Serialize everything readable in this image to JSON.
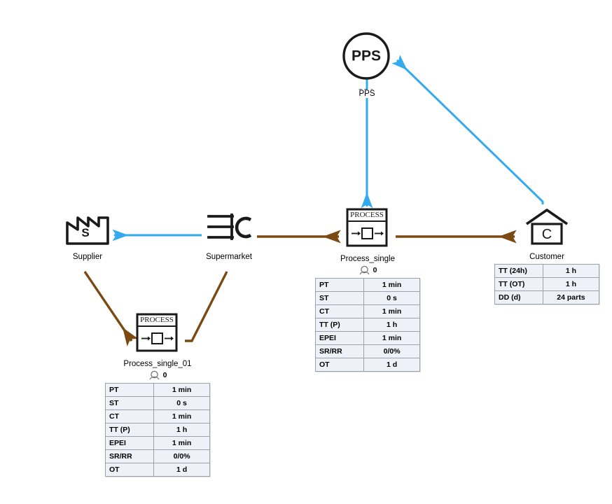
{
  "diagram": {
    "type": "value-stream-map",
    "colors": {
      "material_flow": "#7B4A12",
      "information_flow": "#33AAEE",
      "table_fill": "#EEF1F7",
      "table_border": "#9AA2AD",
      "outline": "#1A1A1A"
    }
  },
  "nodes": {
    "pps": {
      "label": "PPS",
      "icon_text": "PPS",
      "icon": "circle-pps-icon"
    },
    "supplier": {
      "label": "Supplier",
      "icon_text": "S",
      "icon": "factory-icon"
    },
    "supermarket": {
      "label": "Supermarket",
      "icon": "supermarket-icon"
    },
    "customer": {
      "label": "Customer",
      "icon_text": "C",
      "icon": "house-customer-icon",
      "table": {
        "rows": [
          {
            "key": "TT (24h)",
            "value": "1 h"
          },
          {
            "key": "TT (OT)",
            "value": "1 h"
          },
          {
            "key": "DD (d)",
            "value": "24 parts"
          }
        ]
      }
    },
    "process_single": {
      "label": "Process_single",
      "box_title": "PROCESS",
      "icon": "process-box-icon",
      "operator_count": "0",
      "table": {
        "rows": [
          {
            "key": "PT",
            "value": "1 min"
          },
          {
            "key": "ST",
            "value": "0 s"
          },
          {
            "key": "CT",
            "value": "1 min"
          },
          {
            "key": "TT (P)",
            "value": "1 h"
          },
          {
            "key": "EPEI",
            "value": "1 min"
          },
          {
            "key": "SR/RR",
            "value": "0/0%"
          },
          {
            "key": "OT",
            "value": "1 d"
          }
        ]
      }
    },
    "process_single_01": {
      "label": "Process_single_01",
      "box_title": "PROCESS",
      "icon": "process-box-icon",
      "operator_count": "0",
      "table": {
        "rows": [
          {
            "key": "PT",
            "value": "1 min"
          },
          {
            "key": "ST",
            "value": "0 s"
          },
          {
            "key": "CT",
            "value": "1 min"
          },
          {
            "key": "TT (P)",
            "value": "1 h"
          },
          {
            "key": "EPEI",
            "value": "1 min"
          },
          {
            "key": "SR/RR",
            "value": "0/0%"
          },
          {
            "key": "OT",
            "value": "1 d"
          }
        ]
      }
    }
  },
  "connections": {
    "pps_to_process": {
      "label": "PPS",
      "kind": "information"
    },
    "customer_to_pps": {
      "label": "",
      "kind": "information"
    },
    "supermarket_to_supplier": {
      "label": "",
      "kind": "information"
    },
    "supermarket_to_process": {
      "label": "",
      "kind": "material"
    },
    "process_to_customer": {
      "label": "",
      "kind": "material"
    },
    "supplier_to_process01": {
      "label": "",
      "kind": "material"
    },
    "process01_to_supermarket": {
      "label": "",
      "kind": "material"
    }
  }
}
